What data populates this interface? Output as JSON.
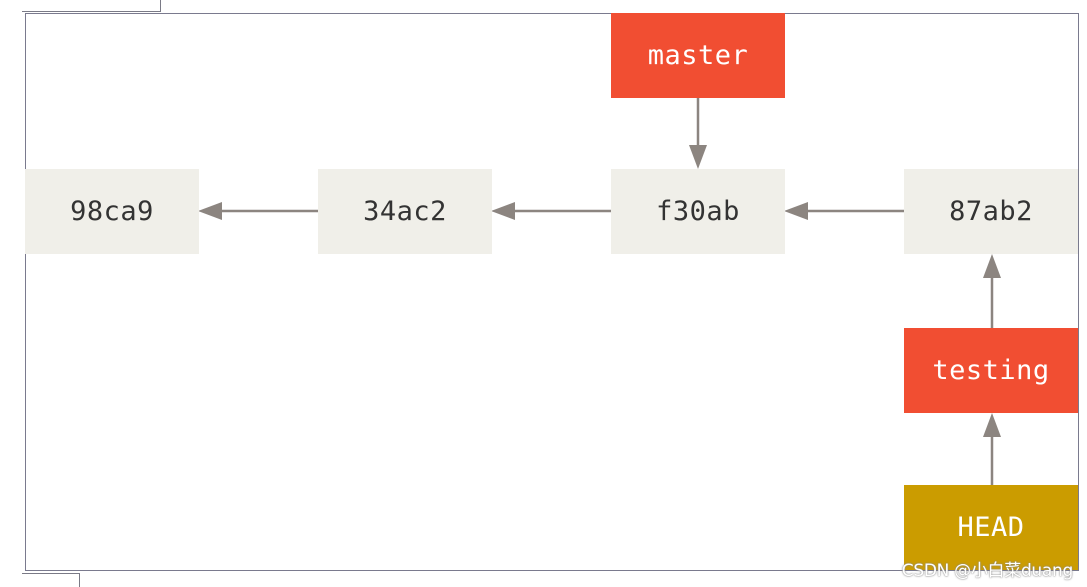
{
  "commits": [
    {
      "id": "98ca9"
    },
    {
      "id": "34ac2"
    },
    {
      "id": "f30ab"
    },
    {
      "id": "87ab2"
    }
  ],
  "branches": {
    "master": "master",
    "testing": "testing"
  },
  "head": "HEAD",
  "watermark": "CSDN @小白菜duang",
  "colors": {
    "commit_bg": "#f0efe9",
    "commit_text": "#333333",
    "branch_bg": "#f14e32",
    "head_bg": "#cb9c00",
    "arrow": "#8c8580"
  }
}
